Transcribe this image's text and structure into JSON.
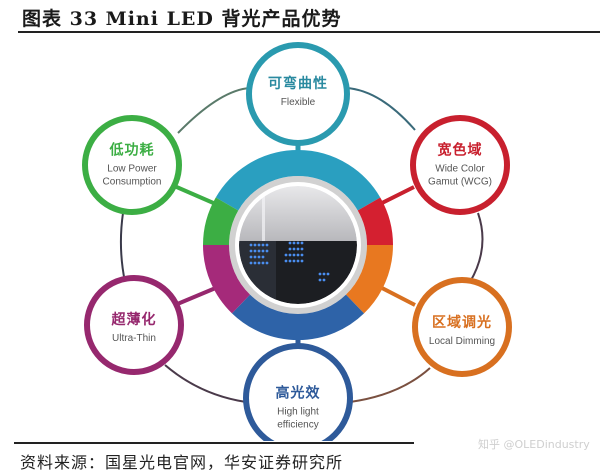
{
  "header": {
    "title": "图表 33 Mini LED 背光产品优势"
  },
  "diagram": {
    "center": {
      "description": "Mini LED backlight panel photo",
      "ring_colors": [
        "#2a9fc0",
        "#d42030",
        "#e87820",
        "#2e63a8",
        "#a52a7a",
        "#3cae44"
      ]
    },
    "nodes": [
      {
        "id": "flexible",
        "zh": "可弯曲性",
        "en": "Flexible",
        "color": "#2a9aaf",
        "text_color": "#2a8aa0"
      },
      {
        "id": "wide-color",
        "zh": "宽色域",
        "en": "Wide Color Gamut (WCG)",
        "en_lines": [
          "Wide Color",
          "Gamut (WCG)"
        ],
        "color": "#c8202e",
        "text_color": "#c8202e"
      },
      {
        "id": "local-dimming",
        "zh": "区域调光",
        "en": "Local Dimming",
        "color": "#d87020",
        "text_color": "#d87020"
      },
      {
        "id": "high-light-efficiency",
        "zh": "高光效",
        "en": "High light efficiency",
        "en_lines": [
          "High light",
          "efficiency"
        ],
        "color": "#2e5a9a",
        "text_color": "#2e5a9a"
      },
      {
        "id": "ultra-thin",
        "zh": "超薄化",
        "en": "Ultra-Thin",
        "color": "#96286e",
        "text_color": "#96286e"
      },
      {
        "id": "low-power",
        "zh": "低功耗",
        "en": "Low Power Consumption",
        "en_lines": [
          "Low Power",
          "Consumption"
        ],
        "color": "#3cae44",
        "text_color": "#3cae44"
      }
    ]
  },
  "footer": {
    "source": "资料来源：国星光电官网，华安证券研究所",
    "watermark": "知乎 @OLEDindustry"
  }
}
